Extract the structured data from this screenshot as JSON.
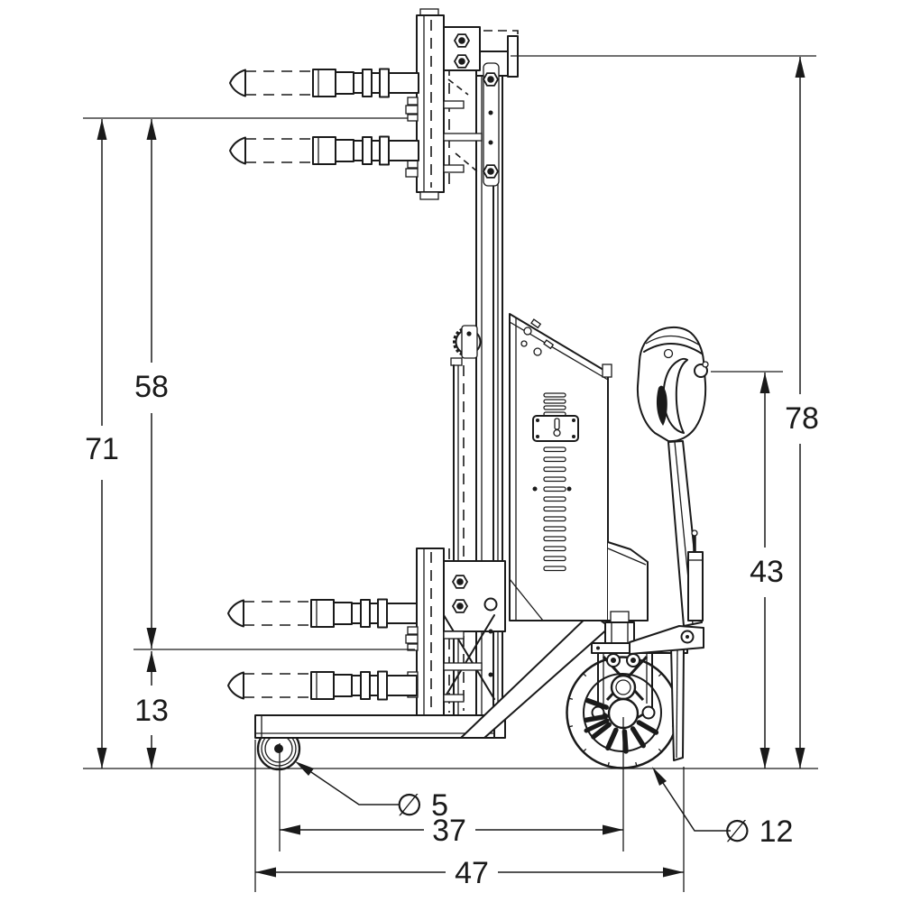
{
  "drawing": {
    "kind": "technical-dimension-drawing",
    "background": "#ffffff",
    "line_color": "#1a1a1a",
    "dims": {
      "d71": {
        "label": "71",
        "name": "raised-ram-centerline-height"
      },
      "d58": {
        "label": "58",
        "name": "lift-travel"
      },
      "d13": {
        "label": "13",
        "name": "lowered-ram-centerline-height"
      },
      "d78": {
        "label": "78",
        "name": "overall-mast-height"
      },
      "d43": {
        "label": "43",
        "name": "handle-height"
      },
      "d37": {
        "label": "37",
        "name": "wheel-base"
      },
      "d47": {
        "label": "47",
        "name": "overall-length"
      },
      "d5": {
        "label": "∅ 5",
        "name": "caster-wheel-diameter"
      },
      "d12": {
        "label": "∅ 12",
        "name": "drive-wheel-diameter"
      }
    }
  }
}
